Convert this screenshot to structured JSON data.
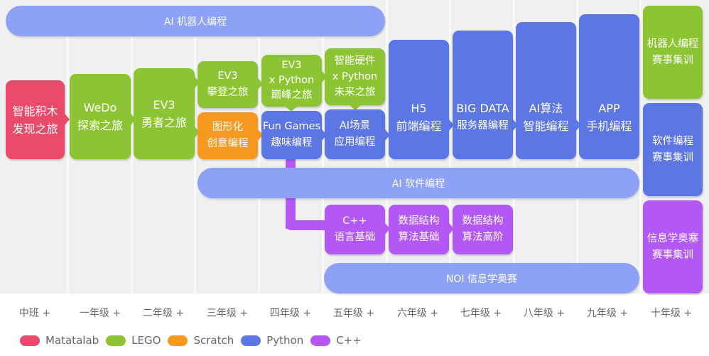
{
  "colors": {
    "matatalab": "#ea4a6a",
    "lego": "#8cc434",
    "scratch": "#f8991f",
    "python": "#5c76e3",
    "cpp": "#b358f4",
    "track_bar": "#8da1f7"
  },
  "tracks": {
    "robot": "AI 机器人编程",
    "software": "AI 软件编程",
    "noi": "NOI 信息学奥赛"
  },
  "courses": {
    "smart_blocks": {
      "line1": "智能积木",
      "line2": "发现之旅"
    },
    "wedo": {
      "line1": "WeDo",
      "line2": "探索之旅"
    },
    "ev3_brave": {
      "line1": "EV3",
      "line2": "勇者之旅"
    },
    "ev3_climb": {
      "line1": "EV3",
      "line2": "攀登之旅"
    },
    "ev3_python": {
      "line1": "EV3",
      "line2": "x Python",
      "line3": "巅峰之旅"
    },
    "hardware_python": {
      "line1": "智能硬件",
      "line2": "x Python",
      "line3": "未来之旅"
    },
    "scratch": {
      "line1": "图形化",
      "line2": "创意编程"
    },
    "fun_games": {
      "line1": "Fun Games",
      "line2": "趣味编程"
    },
    "ai_scene": {
      "line1": "AI场景",
      "line2": "应用编程"
    },
    "h5": {
      "line1": "H5",
      "line2": "前端编程"
    },
    "big_data": {
      "line1": "BIG DATA",
      "line2": "服务器编程"
    },
    "ai_algo": {
      "line1": "AI算法",
      "line2": "智能编程"
    },
    "app": {
      "line1": "APP",
      "line2": "手机编程"
    },
    "cpp_basic": {
      "line1": "C++",
      "line2": "语言基础"
    },
    "ds_basic": {
      "line1": "数据结构",
      "line2": "算法基础"
    },
    "ds_adv": {
      "line1": "数据结构",
      "line2": "算法高阶"
    },
    "robot_contest": {
      "line1": "机器人编程",
      "line2": "赛事集训"
    },
    "software_contest": {
      "line1": "软件编程",
      "line2": "赛事集训"
    },
    "noi_contest": {
      "line1": "信息学奥塞",
      "line2": "赛事集训"
    }
  },
  "grades": [
    "中班 +",
    "一年级 +",
    "二年级 +",
    "三年级 +",
    "四年级 +",
    "五年级 +",
    "六年级 +",
    "七年级 +",
    "八年级 +",
    "九年级 +",
    "十年级 +"
  ],
  "legend": [
    {
      "label": "Matatalab",
      "color": "#ea4a6a"
    },
    {
      "label": "LEGO",
      "color": "#8cc434"
    },
    {
      "label": "Scratch",
      "color": "#f8991f"
    },
    {
      "label": "Python",
      "color": "#5c76e3"
    },
    {
      "label": "C++",
      "color": "#b358f4"
    }
  ]
}
